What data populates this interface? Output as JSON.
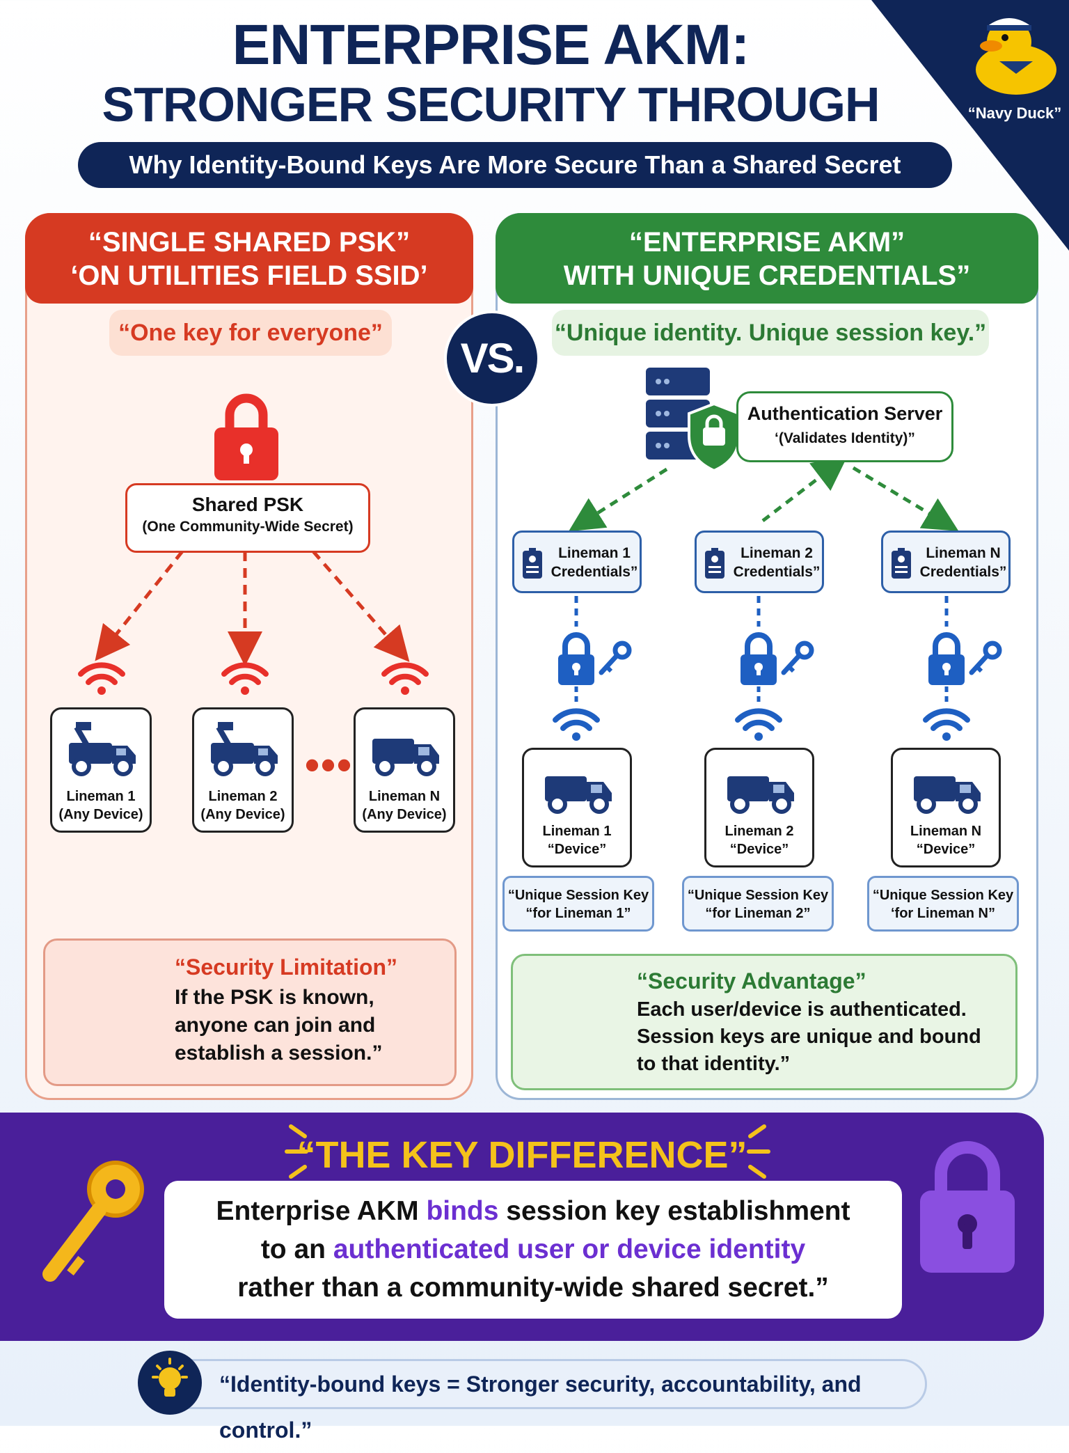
{
  "header": {
    "title_line1": "ENTERPRISE AKM:",
    "title_line2": "STRONGER SECURITY THROUGH IDENTITY",
    "subtitle": "Why Identity-Bound Keys Are More Secure Than a Shared Secret",
    "mascot_label": "“Navy Duck”"
  },
  "vs_label": "VS.",
  "left": {
    "header_line1": "“SINGLE SHARED PSK”",
    "header_line2": "‘ON UTILITIES FIELD SSID’",
    "tagline": "“One key for everyone”",
    "psk_title": "Shared PSK",
    "psk_subtitle": "(One Community-Wide Secret)",
    "devices": [
      {
        "line1": "Lineman 1",
        "line2": "(Any Device)"
      },
      {
        "line1": "Lineman 2",
        "line2": "(Any Device)"
      },
      {
        "line1": "Lineman N",
        "line2": "(Any Device)"
      }
    ],
    "ellipsis": "•••",
    "limitation_title": "“Security Limitation”",
    "limitation_text": "If the PSK is known, anyone can join and establish a session.”"
  },
  "right": {
    "header_line1": "“ENTERPRISE AKM”",
    "header_line2": "WITH UNIQUE CREDENTIALS”",
    "tagline": "“Unique identity. Unique session key.”",
    "auth_title": "Authentication Server",
    "auth_subtitle": "‘(Validates Identity)”",
    "credentials": [
      {
        "line1": "Lineman 1",
        "line2": "Credentials”"
      },
      {
        "line1": "Lineman 2",
        "line2": "Credentials”"
      },
      {
        "line1": "Lineman N",
        "line2": "Credentials”"
      }
    ],
    "devices": [
      {
        "line1": "Lineman 1",
        "line2": "“Device”"
      },
      {
        "line1": "Lineman 2",
        "line2": "“Device”"
      },
      {
        "line1": "Lineman N",
        "line2": "“Device”"
      }
    ],
    "session_keys": [
      {
        "line1": "“Unique Session Key",
        "line2": "“for Lineman 1”"
      },
      {
        "line1": "“Unique Session Key",
        "line2": "“for Lineman 2”"
      },
      {
        "line1": "“Unique Session Key",
        "line2": "‘for Lineman N”"
      }
    ],
    "advantage_title": "“Security Advantage”",
    "advantage_text": "Each user/device is authenticated. Session keys are unique and bound to that identity.”"
  },
  "key_difference": {
    "title": "“THE KEY DIFFERENCE”",
    "seg1": "Enterprise AKM ",
    "seg2": "binds",
    "seg3": " session key establishment",
    "seg4": "to an ",
    "seg5": "authenticated user or device identity",
    "seg6": "rather than a community-wide shared secret.”"
  },
  "footer": {
    "text": "“Identity-bound keys = Stronger security, accountability, and control.”"
  },
  "colors": {
    "navy": "#0f2557",
    "red": "#d63a22",
    "green": "#2e8b3b",
    "blue": "#2d5fa8",
    "purple": "#4a1f9a",
    "gold": "#f4c21b"
  }
}
